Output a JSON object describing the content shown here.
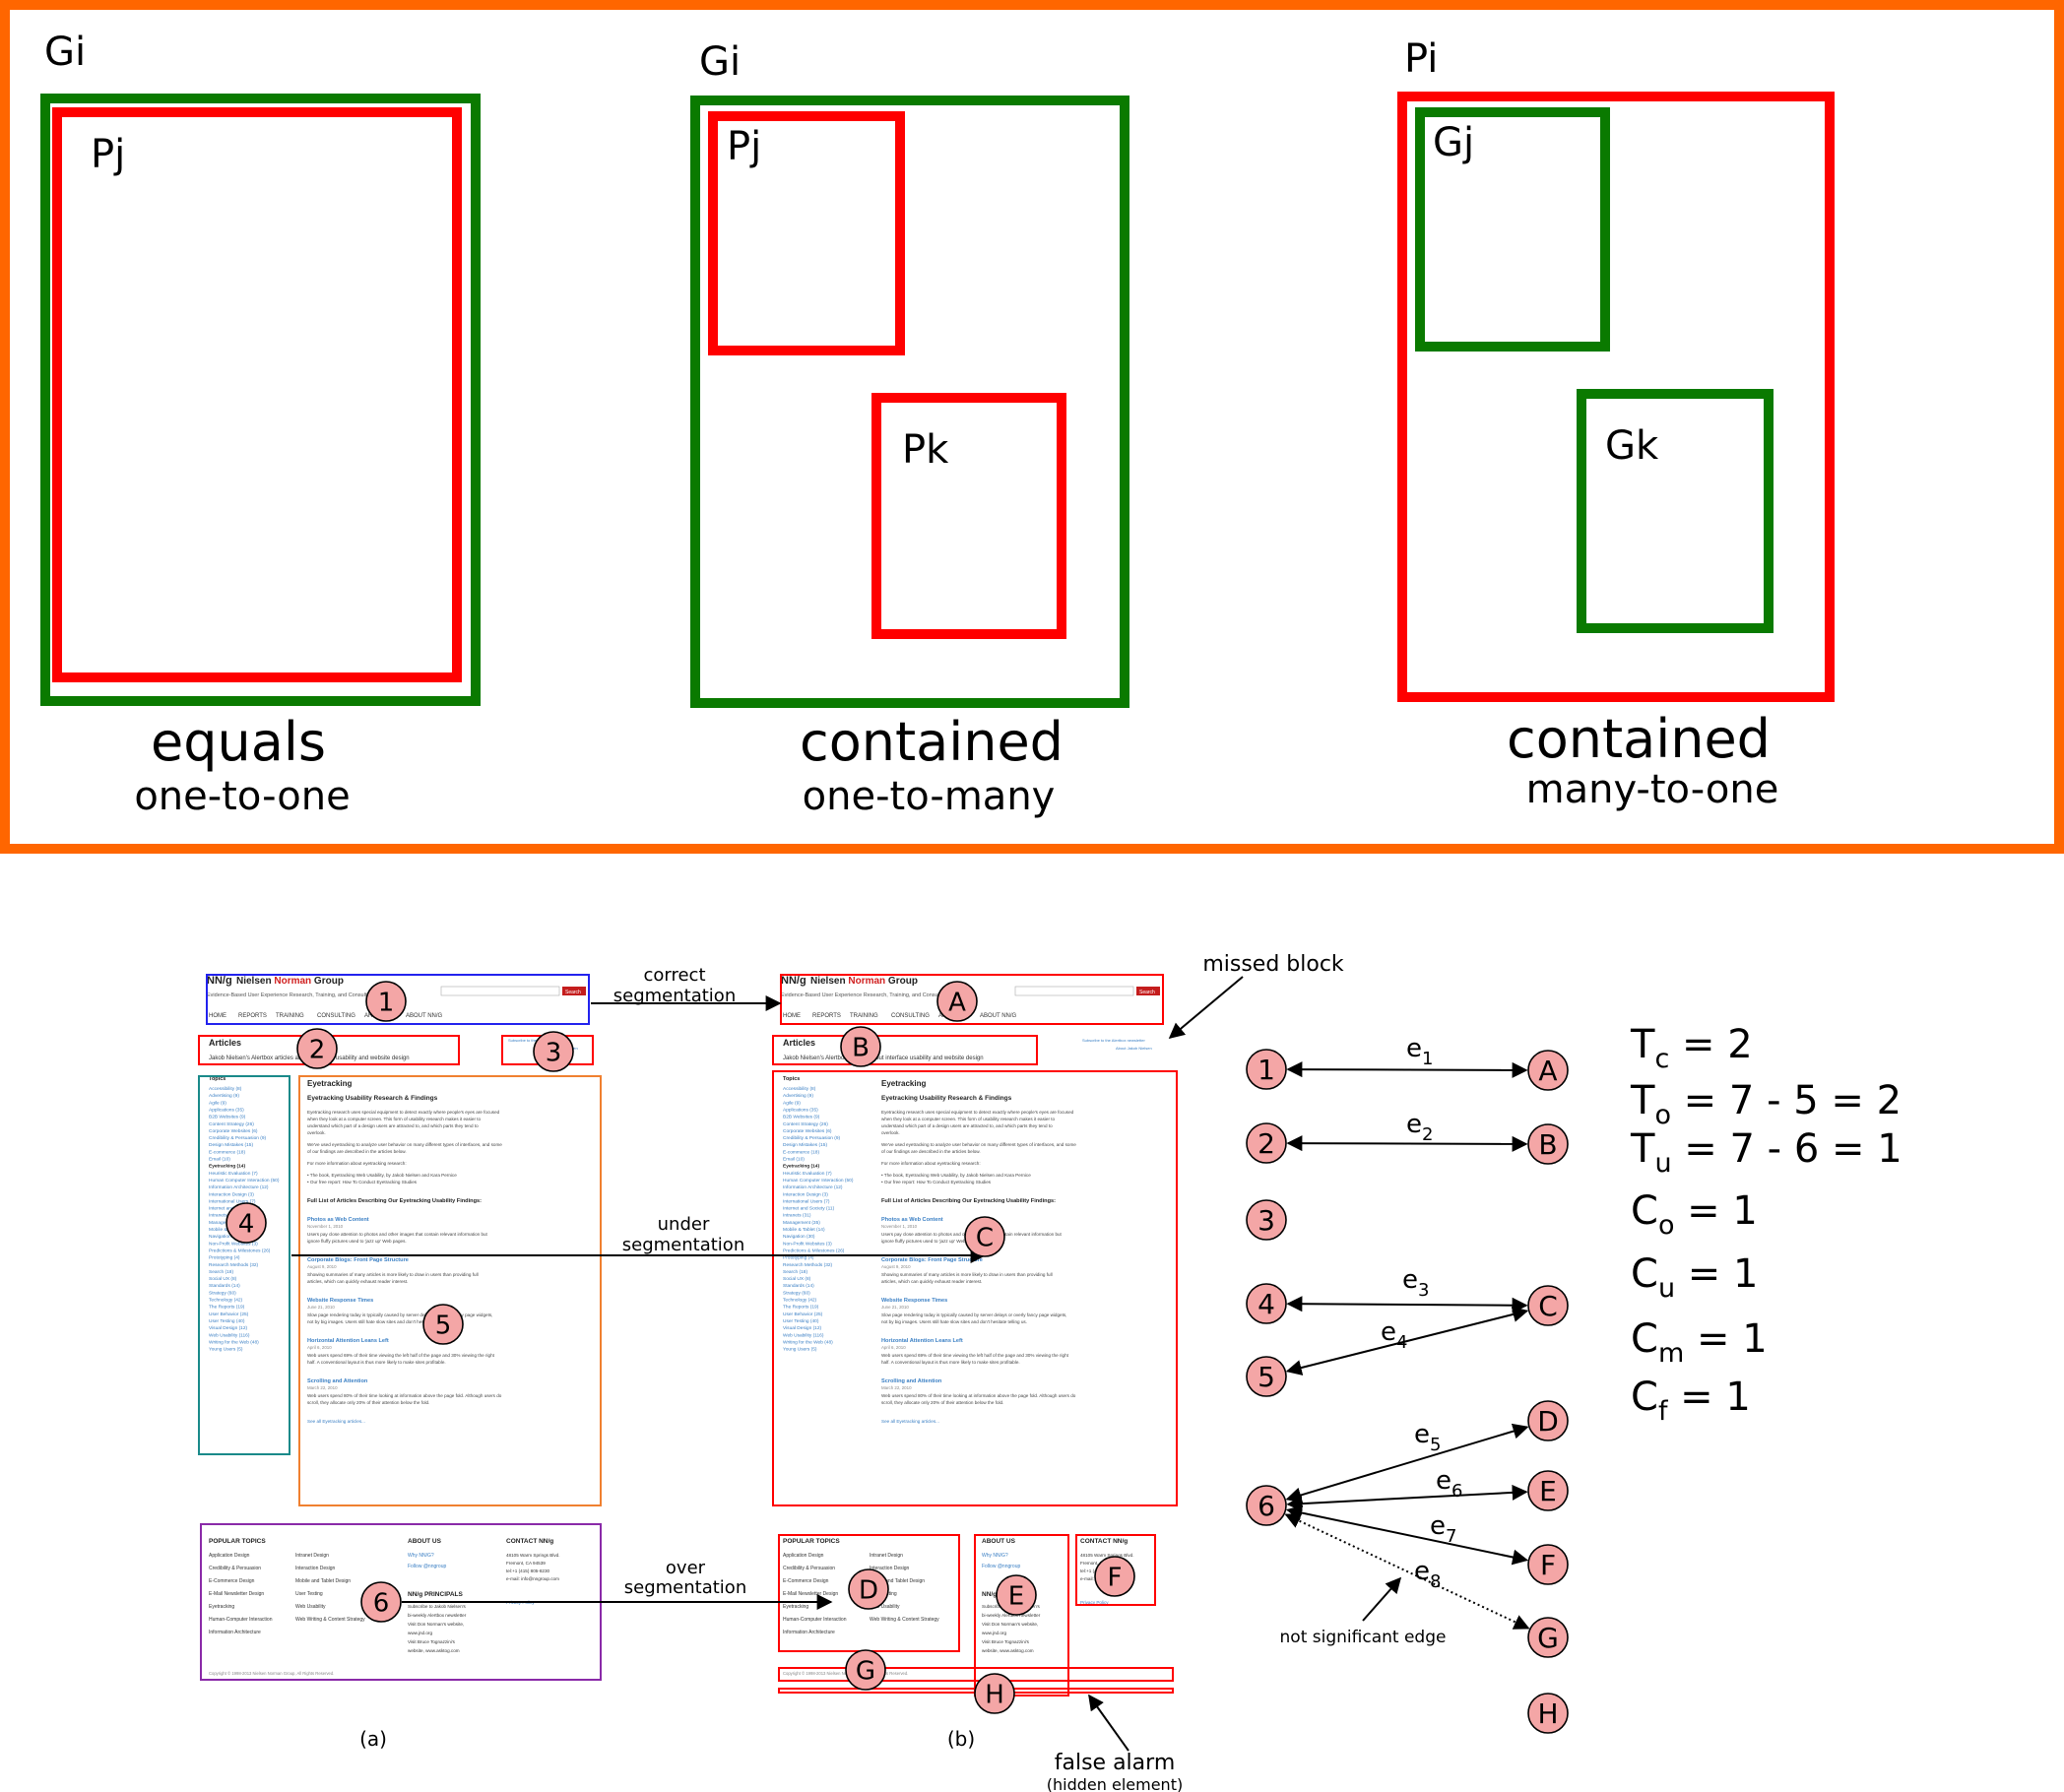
{
  "top": {
    "panels": [
      {
        "outer_label": "Gi",
        "inner_labels": [
          "Pj"
        ],
        "title": "equals",
        "subtitle": "one-to-one"
      },
      {
        "outer_label": "Gi",
        "inner_labels": [
          "Pj",
          "Pk"
        ],
        "title": "contained",
        "subtitle": "one-to-many"
      },
      {
        "outer_label": "Pi",
        "inner_labels": [
          "Gj",
          "Gk"
        ],
        "title": "contained",
        "subtitle": "many-to-one"
      }
    ]
  },
  "bottom": {
    "site": {
      "logo": "NN/g",
      "name_pre": "Nielsen ",
      "name_mid": "Norman",
      "name_post": " Group",
      "tagline": "Evidence-Based User Experience Research, Training, and Consulting",
      "search_button": "Search",
      "nav": [
        "HOME",
        "REPORTS",
        "TRAINING",
        "CONSULTING",
        "ARTICLES",
        "ABOUT NN/G"
      ],
      "articles_heading": "Articles",
      "articles_sub": "Jakob Nielsen's Alertbox articles about interface usability and website design",
      "subscribe": "Subscribe to the Alertbox newsletter",
      "about_author": "About Jakob Nielsen",
      "topics_heading": "Topics",
      "topics": [
        "Accessibility (8)",
        "Advertising (9)",
        "Agile (9)",
        "Applications (35)",
        "B2B Websites (9)",
        "Content Strategy (26)",
        "Corporate Websites (6)",
        "Credibility & Persuasion (9)",
        "Design Mistakes (15)",
        "E-commerce (18)",
        "Email (10)",
        "Eyetracking (14)",
        "Heuristic Evaluation (7)",
        "Human Computer Interaction (50)",
        "Information Architecture (12)",
        "Interaction Design (3)",
        "International Users (7)",
        "Internet and Society (11)",
        "Intranets (31)",
        "Management (35)",
        "Mobile & Tablet (14)",
        "Navigation (30)",
        "Non-Profit Websites (3)",
        "Predictions & Milestones (26)",
        "Prototyping (4)",
        "Research Methods (32)",
        "Search (18)",
        "Social UX (8)",
        "Standards (14)",
        "Strategy (60)",
        "Technology (42)",
        "The Reports (19)",
        "User Behavior (25)",
        "User Testing (40)",
        "Visual Design (12)",
        "Web Usability (116)",
        "Writing for the Web (48)",
        "Young Users (5)"
      ],
      "main_heading": "Eyetracking",
      "main_sub": "Eyetracking Usability Research & Findings",
      "p1": "Eyetracking research uses special equipment to detect exactly where people's eyes are focused when they look at a computer screen. This form of usability research makes it easier to understand which part of a design users are attracted to, and which parts they tend to overlook.",
      "p2": "We've used eyetracking to analyze user behavior on many different types of interfaces, and some of our findings are described in the articles below.",
      "p3": "For more information about eyetracking research:",
      "bullet1": "The book, Eyetracking Web Usability, by Jakob Nielsen and Kara Pernice",
      "bullet2": "Our free report: How To Conduct Eyetracking Studies",
      "list_heading": "Full List of Articles Describing Our Eyetracking Usability Findings:",
      "articles": [
        {
          "title": "Photos as Web Content",
          "date": "November 1, 2010",
          "text": "Users pay close attention to photos and other images that contain relevant information but ignore fluffy pictures used to 'jazz up' Web pages."
        },
        {
          "title": "Corporate Blogs: Front Page Structure",
          "date": "August 9, 2010",
          "text": "Showing summaries of many articles is more likely to draw in users than providing full articles, which can quickly exhaust reader interest."
        },
        {
          "title": "Website Response Times",
          "date": "June 21, 2010",
          "text": "Slow page rendering today is typically caused by server delays or overly fancy page widgets, not by big images. Users still hate slow sites and don't hesitate telling us."
        },
        {
          "title": "Horizontal Attention Leans Left",
          "date": "April 6, 2010",
          "text": "Web users spend 69% of their time viewing the left half of the page and 30% viewing the right half. A conventional layout is thus more likely to make sites profitable."
        },
        {
          "title": "Scrolling and Attention",
          "date": "March 22, 2010",
          "text": "Web users spend 80% of their time looking at information above the page fold. Although users do scroll, they allocate only 20% of their attention below the fold."
        }
      ],
      "see_all": "See all Eyetracking articles...",
      "footer": {
        "popular_heading": "POPULAR TOPICS",
        "popular_col1": [
          "Application Design",
          "Credibility & Persuasion",
          "E-Commerce Design",
          "E-Mail Newsletter Design",
          "Eyetracking",
          "Human-Computer Interaction",
          "Information Architecture"
        ],
        "popular_col2": [
          "Intranet Design",
          "Interaction Design",
          "Mobile and Tablet Design",
          "User Testing",
          "Web Usability",
          "Web Writing & Content Strategy"
        ],
        "about_heading": "ABOUT US",
        "about_items": [
          "Why NN/G?",
          "Follow @nngroup"
        ],
        "principals_heading": "NN/g PRINCIPALS",
        "principals_items": [
          "Subscribe to Jakob Nielsen's",
          "bi-weekly Alertbox newsletter",
          "Visit Don Norman's website,",
          "www.jnd.org",
          "Visit Bruce Tognazzini's",
          "website, www.asktog.com"
        ],
        "contact_heading": "CONTACT NN/g",
        "contact_items": [
          "48105 Warm Springs Blvd.",
          "Fremont, CA 94539",
          "tel:+1 (415) 805-8230",
          "e-mail: info@nngroup.com"
        ],
        "privacy": "Privacy Policy",
        "copyright": "Copyright © 1998-2013 Nielsen Norman Group, All Rights Reserved."
      }
    },
    "seg_a_labels": [
      "1",
      "2",
      "3",
      "4",
      "5",
      "6"
    ],
    "seg_b_labels": [
      "A",
      "B",
      "C",
      "D",
      "E",
      "F",
      "G",
      "H"
    ],
    "arrow_labels": {
      "correct": [
        "correct",
        "segmentation"
      ],
      "under": [
        "under",
        "segmentation"
      ],
      "over": [
        "over",
        "segmentation"
      ]
    },
    "missed_block": "missed block",
    "false_alarm": "false alarm",
    "hidden_element": "(hidden element)",
    "caption_a": "(a)",
    "caption_b": "(b)",
    "graph": {
      "left_nodes": [
        "1",
        "2",
        "3",
        "4",
        "5",
        "6"
      ],
      "right_nodes": [
        "A",
        "B",
        "C",
        "D",
        "E",
        "F",
        "G",
        "H"
      ],
      "edges": [
        {
          "from": "1",
          "to": "A",
          "label": "e",
          "sub": "1"
        },
        {
          "from": "2",
          "to": "B",
          "label": "e",
          "sub": "2"
        },
        {
          "from": "4",
          "to": "C",
          "label": "e",
          "sub": "3"
        },
        {
          "from": "5",
          "to": "C",
          "label": "e",
          "sub": "4"
        },
        {
          "from": "6",
          "to": "D",
          "label": "e",
          "sub": "5"
        },
        {
          "from": "6",
          "to": "E",
          "label": "e",
          "sub": "6"
        },
        {
          "from": "6",
          "to": "F",
          "label": "e",
          "sub": "7"
        },
        {
          "from": "6",
          "to": "G",
          "label": "e",
          "sub": "8",
          "dotted": true
        }
      ],
      "not_significant": "not significant edge"
    },
    "formulas": [
      {
        "base": "T",
        "sub": "c",
        "rhs": " = 2"
      },
      {
        "base": "T",
        "sub": "o",
        "rhs": " = 7 - 5 = 2"
      },
      {
        "base": "T",
        "sub": "u",
        "rhs": " = 7 - 6 = 1"
      },
      {
        "base": "C",
        "sub": "o",
        "rhs": " = 1"
      },
      {
        "base": "C",
        "sub": "u",
        "rhs": " = 1"
      },
      {
        "base": "C",
        "sub": "m",
        "rhs": " = 1"
      },
      {
        "base": "C",
        "sub": "f",
        "rhs": " = 1"
      }
    ],
    "colors": {
      "orange": "#ff6600",
      "green": "#0a7a00",
      "red": "#ff0000",
      "node_fill": "#f4a6a6",
      "link": "#3a7fc4",
      "seg_blue": "#2222ee",
      "seg_teal": "#1a8a8a",
      "seg_orange": "#f08030",
      "seg_purple": "#8a2aa8"
    }
  }
}
